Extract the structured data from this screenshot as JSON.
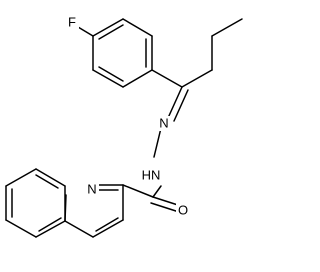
{
  "molecule": {
    "atoms": {
      "fluorine": "F",
      "imine_nitrogen": "N",
      "hydrazide_nh": "HN",
      "quinoline_nitrogen": "N",
      "carbonyl_oxygen": "O"
    }
  }
}
